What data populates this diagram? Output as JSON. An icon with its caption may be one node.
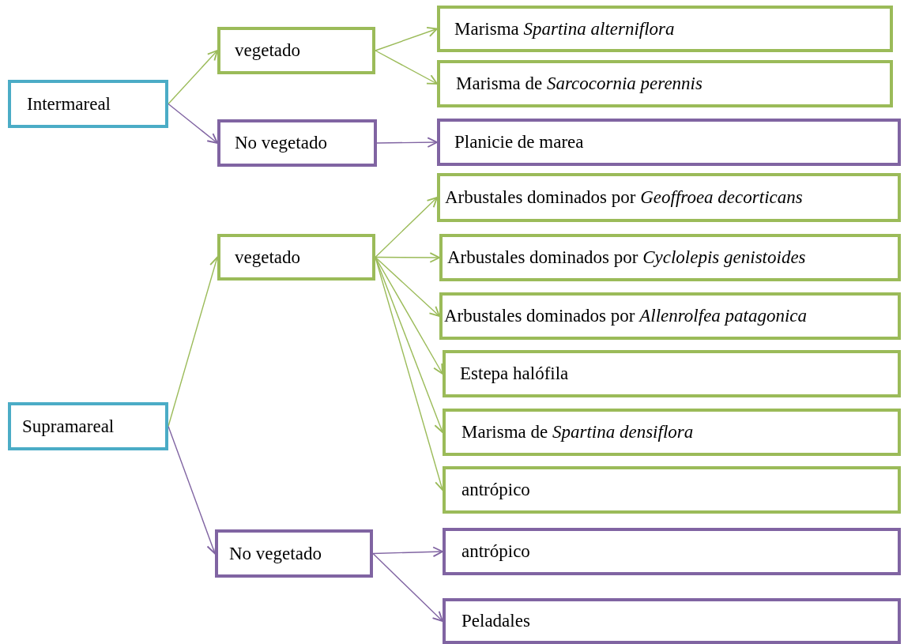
{
  "diagram": {
    "nodes": [
      {
        "text": [
          "Intermareal"
        ]
      },
      {
        "text": [
          "vegetado"
        ]
      },
      {
        "text": [
          "No vegetado"
        ]
      },
      {
        "text": [
          "Marisma *Spartina alterniflora*"
        ]
      },
      {
        "text": [
          "Marisma de *Sarcocornia perennis*"
        ]
      },
      {
        "text": [
          "Planicie de marea"
        ]
      },
      {
        "text": [
          "Supramareal"
        ]
      },
      {
        "text": [
          "vegetado"
        ]
      },
      {
        "text": [
          "No vegetado"
        ]
      },
      {
        "text": [
          "Arbustales dominados por *Geoffroea decorticans*"
        ]
      },
      {
        "text": [
          "Arbustales dominados por *Cyclolepis genistoides*"
        ]
      },
      {
        "text": [
          "Arbustales dominados por *Allenrolfea patagonica*"
        ]
      },
      {
        "text": [
          "Estepa halófila"
        ]
      },
      {
        "text": [
          "Marisma de *Spartina densiflora*"
        ]
      },
      {
        "text": [
          "antrópico"
        ]
      },
      {
        "text": [
          "antrópico"
        ]
      },
      {
        "text": [
          "Peladales"
        ]
      }
    ],
    "edges": [
      {
        "from": 0,
        "to": 1,
        "arrow": "to"
      },
      {
        "from": 0,
        "to": 2,
        "arrow": "to",
        "color": "#8064a2"
      },
      {
        "from": 1,
        "to": 3,
        "arrow": "to"
      },
      {
        "from": 1,
        "to": 4,
        "arrow": "to"
      },
      {
        "from": 2,
        "to": 5,
        "arrow": "to",
        "color": "#8064a2"
      },
      {
        "from": 6,
        "to": 7,
        "arrow": "to"
      },
      {
        "from": 6,
        "to": 8,
        "arrow": "to",
        "color": "#8064a2"
      },
      {
        "from": 7,
        "to": 9,
        "arrow": "to"
      },
      {
        "from": 7,
        "to": 10,
        "arrow": "to"
      },
      {
        "from": 7,
        "to": 11,
        "arrow": "to"
      },
      {
        "from": 7,
        "to": 12,
        "arrow": "to"
      },
      {
        "from": 7,
        "to": 13,
        "arrow": "to"
      },
      {
        "from": 7,
        "to": 14,
        "arrow": "to"
      },
      {
        "from": 8,
        "to": 15,
        "arrow": "to",
        "color": "#8064a2"
      },
      {
        "from": 8,
        "to": 16,
        "arrow": "to",
        "color": "#8064a2"
      }
    ]
  }
}
